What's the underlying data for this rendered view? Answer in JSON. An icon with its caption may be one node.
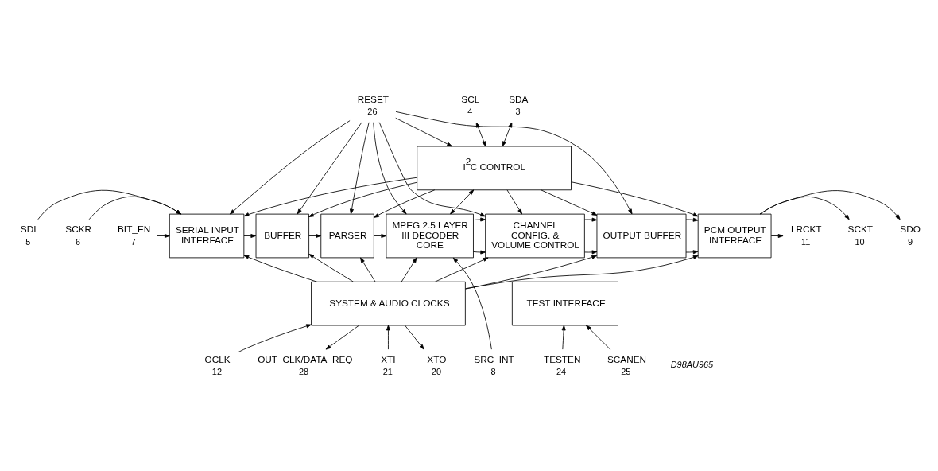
{
  "diagram": {
    "nodes": [
      {
        "text": [
          "I$^{2}$C CONTROL"
        ]
      },
      {
        "text": [
          "SERIAL INPUT INTERFACE"
        ]
      },
      {
        "text": [
          "BUFFER"
        ]
      },
      {
        "text": [
          "PARSER"
        ]
      },
      {
        "text": [
          "MPEG 2.5 LAYER III DECODER CORE"
        ]
      },
      {
        "text": [
          "CHANNEL CONFIG. & VOLUME CONTROL"
        ]
      },
      {
        "text": [
          "OUTPUT BUFFER"
        ]
      },
      {
        "text": [
          "PCM OUTPUT INTERFACE"
        ]
      },
      {
        "text": [
          "SYSTEM & AUDIO CLOCKS"
        ]
      },
      {
        "text": [
          "TEST INTERFACE"
        ]
      },
      {
        "text": [
          "RESET"
        ],
        "beside": [
          "26"
        ]
      },
      {
        "text": [
          "SDA"
        ],
        "beside": [
          "3"
        ]
      },
      {
        "text": [
          "SCL"
        ],
        "beside": [
          "4"
        ]
      },
      {
        "text": [
          "SDI"
        ],
        "beside": [
          "5"
        ]
      },
      {
        "text": [
          "SCKR"
        ],
        "beside": [
          "6"
        ]
      },
      {
        "text": [
          "BIT_EN"
        ],
        "beside": [
          "7"
        ]
      },
      {
        "text": [
          "SDO"
        ],
        "beside": [
          "9"
        ]
      },
      {
        "text": [
          "SCKT"
        ],
        "beside": [
          "10"
        ]
      },
      {
        "text": [
          "LRCKT"
        ],
        "beside": [
          "11"
        ]
      },
      {
        "text": [
          "SRC_INT"
        ],
        "beside": [
          "8"
        ]
      },
      {
        "text": [
          "OUT_CLK/DATA_REQ"
        ],
        "beside": [
          "28"
        ]
      },
      {
        "text": [
          "XTI"
        ],
        "beside": [
          "21"
        ]
      },
      {
        "text": [
          "XTO"
        ],
        "beside": [
          "20"
        ]
      },
      {
        "text": [
          "OCLK"
        ],
        "beside": [
          "12"
        ]
      },
      {
        "text": [
          "TESTEN"
        ],
        "beside": [
          "24"
        ]
      },
      {
        "text": [
          "SCANEN"
        ],
        "beside": [
          "25"
        ]
      }
    ],
    "edges": [
      {
        "from": 11,
        "to": 0,
        "arrow": "both"
      },
      {
        "from": 12,
        "to": 0,
        "arrow": "both"
      },
      {
        "from": 13,
        "to": 1,
        "arrow": "to"
      },
      {
        "from": 14,
        "to": 1,
        "arrow": "to"
      },
      {
        "from": 15,
        "to": 1,
        "arrow": "to"
      },
      {
        "from": 1,
        "to": 2,
        "arrow": "to"
      },
      {
        "from": 2,
        "to": 3,
        "arrow": "to"
      },
      {
        "from": 3,
        "to": 4,
        "arrow": "to"
      },
      {
        "from": 4,
        "to": 5,
        "arrow": "to"
      },
      {
        "from": 4,
        "to": 5,
        "arrow": "to"
      },
      {
        "from": 5,
        "to": 6,
        "arrow": "to"
      },
      {
        "from": 5,
        "to": 6,
        "arrow": "to"
      },
      {
        "from": 6,
        "to": 7,
        "arrow": "to"
      },
      {
        "from": 6,
        "to": 7,
        "arrow": "to"
      },
      {
        "from": 7,
        "to": 16,
        "arrow": "to"
      },
      {
        "from": 7,
        "to": 17,
        "arrow": "to"
      },
      {
        "from": 7,
        "to": 18,
        "arrow": "to"
      },
      {
        "from": 10,
        "to": 0,
        "arrow": "to"
      },
      {
        "from": 10,
        "to": 1,
        "arrow": "to"
      },
      {
        "from": 10,
        "to": 2,
        "arrow": "to"
      },
      {
        "from": 10,
        "to": 3,
        "arrow": "to"
      },
      {
        "from": 10,
        "to": 4,
        "arrow": "to"
      },
      {
        "from": 10,
        "to": 5,
        "arrow": "to"
      },
      {
        "from": 10,
        "to": 6,
        "arrow": "to"
      },
      {
        "from": 0,
        "to": 1,
        "arrow": "to"
      },
      {
        "from": 0,
        "to": 2,
        "arrow": "to"
      },
      {
        "from": 0,
        "to": 3,
        "arrow": "to"
      },
      {
        "from": 0,
        "to": 4,
        "arrow": "both"
      },
      {
        "from": 0,
        "to": 5,
        "arrow": "to"
      },
      {
        "from": 0,
        "to": 6,
        "arrow": "to"
      },
      {
        "from": 0,
        "to": 7,
        "arrow": "to"
      },
      {
        "from": 8,
        "to": 1,
        "arrow": "to"
      },
      {
        "from": 8,
        "to": 2,
        "arrow": "to"
      },
      {
        "from": 8,
        "to": 3,
        "arrow": "to"
      },
      {
        "from": 8,
        "to": 4,
        "arrow": "to"
      },
      {
        "from": 8,
        "to": 5,
        "arrow": "to"
      },
      {
        "from": 8,
        "to": 6,
        "arrow": "to"
      },
      {
        "from": 8,
        "to": 7,
        "arrow": "to"
      },
      {
        "from": 19,
        "to": 4,
        "arrow": "to"
      },
      {
        "from": 8,
        "to": 20,
        "arrow": "to"
      },
      {
        "from": 21,
        "to": 8,
        "arrow": "to"
      },
      {
        "from": 8,
        "to": 22,
        "arrow": "to"
      },
      {
        "from": 23,
        "to": 8,
        "arrow": "to"
      },
      {
        "from": 24,
        "to": 9,
        "arrow": "to"
      },
      {
        "from": 25,
        "to": 9,
        "arrow": "to"
      }
    ],
    "labels": [
      "D98AU965"
    ]
  }
}
